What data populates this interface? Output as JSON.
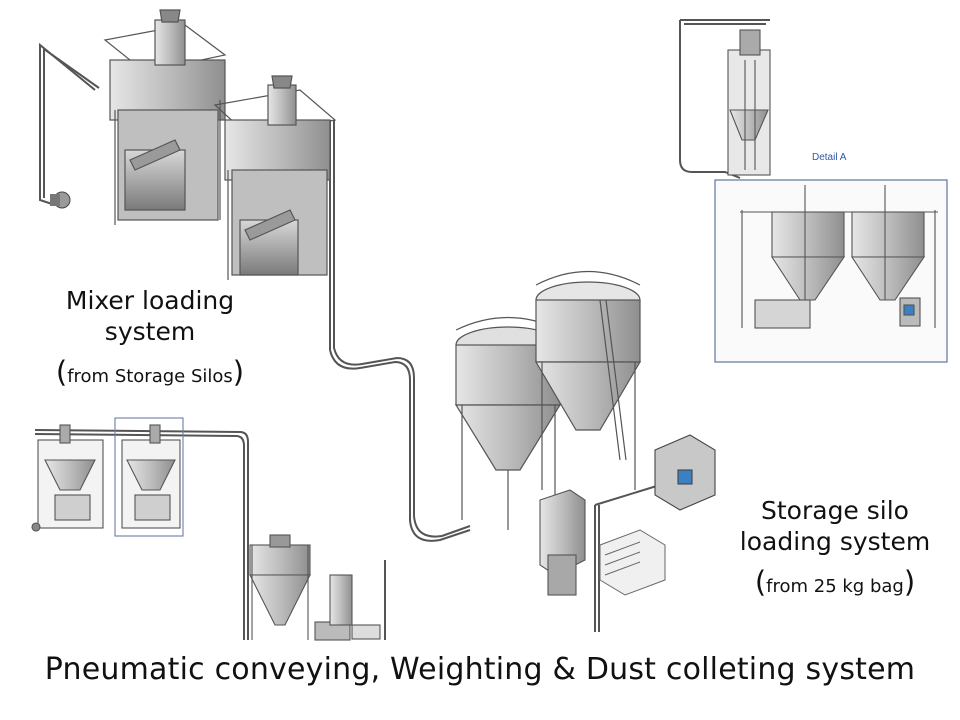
{
  "labels": {
    "mixer": {
      "line1": "Mixer loading",
      "line2": "system",
      "open": "(",
      "sub": "from Storage Silos",
      "close": ")"
    },
    "storage": {
      "line1": "Storage silo",
      "line2": "loading system",
      "open": "(",
      "sub": "from 25 kg bag",
      "close": ")"
    },
    "detail": "Detail A",
    "title": "Pneumatic conveying, Weighting & Dust colleting  system"
  },
  "colors": {
    "line": "#555555",
    "steel": "#c9c9c9",
    "steel_dark": "#8a8a8a",
    "frame": "#6a7fa8",
    "accent": "#2a5aa8",
    "blue_panel": "#3b7fc4"
  }
}
